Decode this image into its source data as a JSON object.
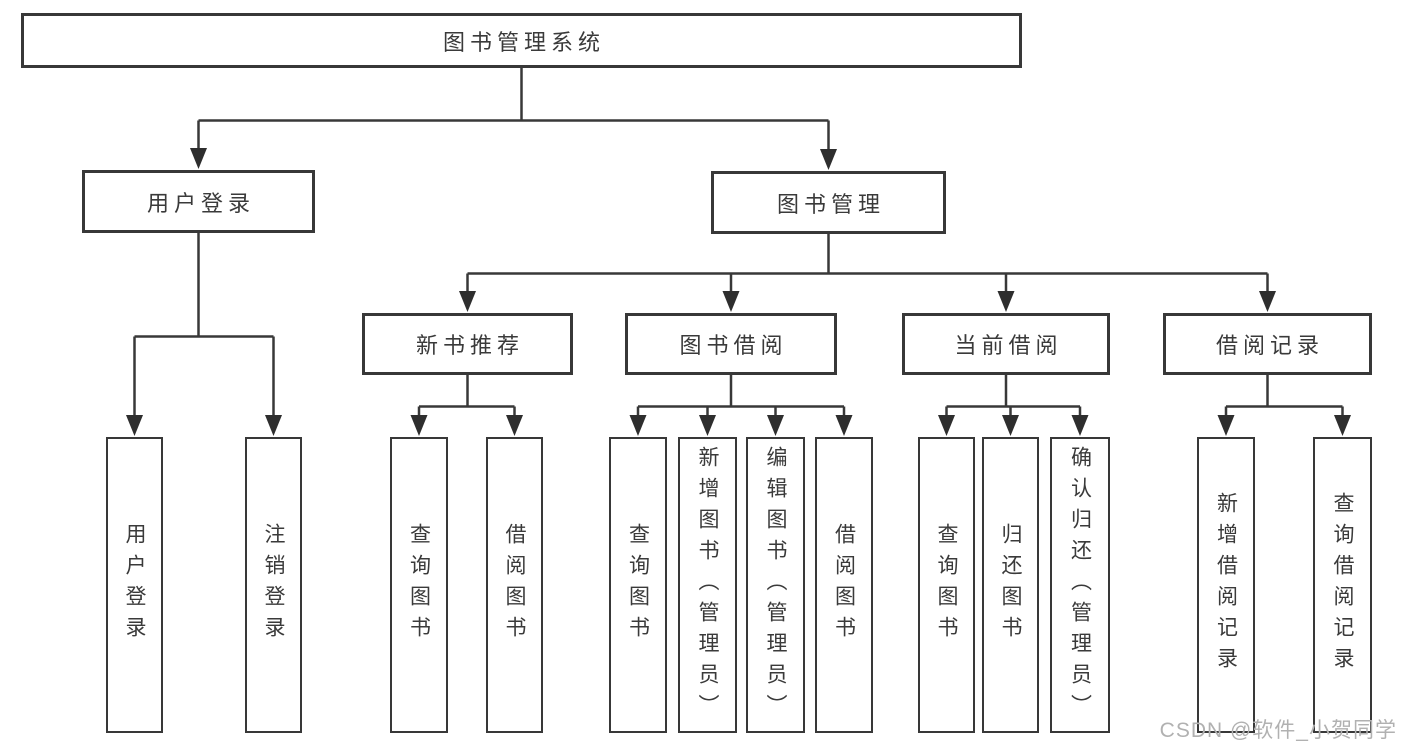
{
  "diagram": {
    "title": "图书管理系统",
    "watermark": "CSDN @软件_小贺同学",
    "colors": {
      "background": "#ffffff",
      "box_fill": "#ffffff",
      "box_border": "#383838",
      "connector_line": "#383838",
      "arrowhead": "#2e2e2e",
      "text": "#3a3a3a",
      "watermark_text": "#b1b1b1"
    },
    "tree": {
      "label": "图书管理系统",
      "children": [
        {
          "label": "用户登录",
          "children": [
            {
              "label": "用户登录"
            },
            {
              "label": "注销登录"
            }
          ]
        },
        {
          "label": "图书管理",
          "children": [
            {
              "label": "新书推荐",
              "children": [
                {
                  "label": "查询图书"
                },
                {
                  "label": "借阅图书"
                }
              ]
            },
            {
              "label": "图书借阅",
              "children": [
                {
                  "label": "查询图书"
                },
                {
                  "label": "新增图书（管理员）"
                },
                {
                  "label": "编辑图书（管理员）"
                },
                {
                  "label": "借阅图书"
                }
              ]
            },
            {
              "label": "当前借阅",
              "children": [
                {
                  "label": "查询图书"
                },
                {
                  "label": "归还图书"
                },
                {
                  "label": "确认归还（管理员）"
                }
              ]
            },
            {
              "label": "借阅记录",
              "children": [
                {
                  "label": "新增借阅记录"
                },
                {
                  "label": "查询借阅记录"
                }
              ]
            }
          ]
        }
      ]
    }
  }
}
